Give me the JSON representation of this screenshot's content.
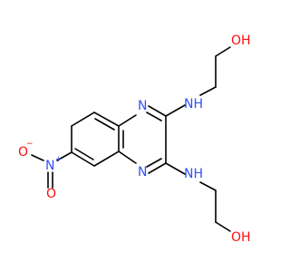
{
  "molecule": {
    "atom_labels": {
      "oh_top": "OH",
      "nh_upper": "NH",
      "n_ring_upper": "N",
      "n_ring_lower": "N",
      "nh_lower": "NH",
      "oh_bottom": "OH",
      "nitro_n": "N",
      "nitro_n_charge": "+",
      "nitro_o_left": "O",
      "nitro_o_left_charge": "−",
      "nitro_o_bottom": "O"
    }
  },
  "colors": {
    "bond": "#000000",
    "oxygen": "#ff0d0d",
    "nitrogen": "#3050f8",
    "background": "#ffffff"
  }
}
